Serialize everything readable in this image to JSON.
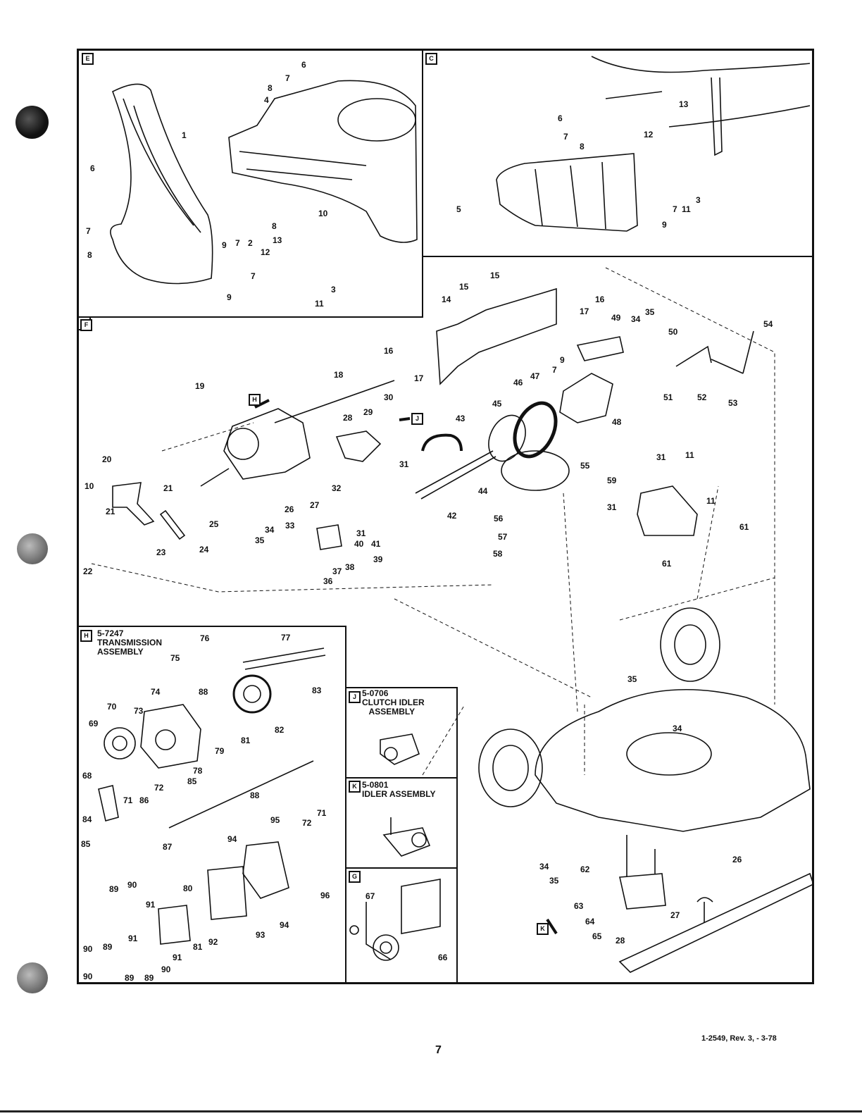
{
  "panels": {
    "E": {
      "tag": "E",
      "callouts": [
        "1",
        "2",
        "3",
        "4",
        "6",
        "7",
        "7",
        "7",
        "8",
        "8",
        "8",
        "9",
        "9",
        "10",
        "11",
        "12",
        "13"
      ]
    },
    "C": {
      "tag": "C",
      "callouts": [
        "3",
        "5",
        "6",
        "7",
        "7",
        "8",
        "9",
        "11",
        "12",
        "13"
      ]
    },
    "F": {
      "tag": "F",
      "callouts": [
        "9",
        "7",
        "10",
        "11",
        "11",
        "14",
        "15",
        "15",
        "16",
        "16",
        "17",
        "17",
        "18",
        "19",
        "20",
        "21",
        "21",
        "22",
        "23",
        "24",
        "25",
        "26",
        "27",
        "28",
        "29",
        "30",
        "31",
        "31",
        "31",
        "31",
        "32",
        "33",
        "34",
        "34",
        "35",
        "35",
        "36",
        "37",
        "38",
        "39",
        "40",
        "41",
        "42",
        "43",
        "44",
        "45",
        "46",
        "47",
        "48",
        "49",
        "50",
        "51",
        "52",
        "53",
        "54",
        "55",
        "56",
        "57",
        "58",
        "59",
        "61",
        "61"
      ]
    },
    "H": {
      "tag": "H",
      "title": "5-7247\nTRANSMISSION\nASSEMBLY",
      "callouts": [
        "68",
        "69",
        "70",
        "71",
        "71",
        "72",
        "72",
        "73",
        "74",
        "75",
        "76",
        "77",
        "78",
        "79",
        "80",
        "81",
        "81",
        "82",
        "83",
        "84",
        "85",
        "85",
        "86",
        "87",
        "88",
        "88",
        "89",
        "89",
        "89",
        "89",
        "90",
        "90",
        "90",
        "90",
        "91",
        "91",
        "91",
        "92",
        "93",
        "94",
        "94",
        "95",
        "96"
      ]
    },
    "J": {
      "tag": "J",
      "title": "5-0706\nCLUTCH IDLER\n   ASSEMBLY"
    },
    "K": {
      "tag": "K",
      "title": "5-0801\nIDLER ASSEMBLY"
    },
    "G": {
      "tag": "G",
      "callouts": [
        "66",
        "67"
      ]
    },
    "main": {
      "callouts": [
        "26",
        "27",
        "28",
        "34",
        "34",
        "35",
        "35",
        "62",
        "63",
        "64",
        "65"
      ]
    }
  },
  "ref_markers": {
    "H": "H",
    "J": "J",
    "K": "K"
  },
  "footer": {
    "doc_ref": "1-2549, Rev. 3, - 3-78",
    "page_number": "7"
  }
}
